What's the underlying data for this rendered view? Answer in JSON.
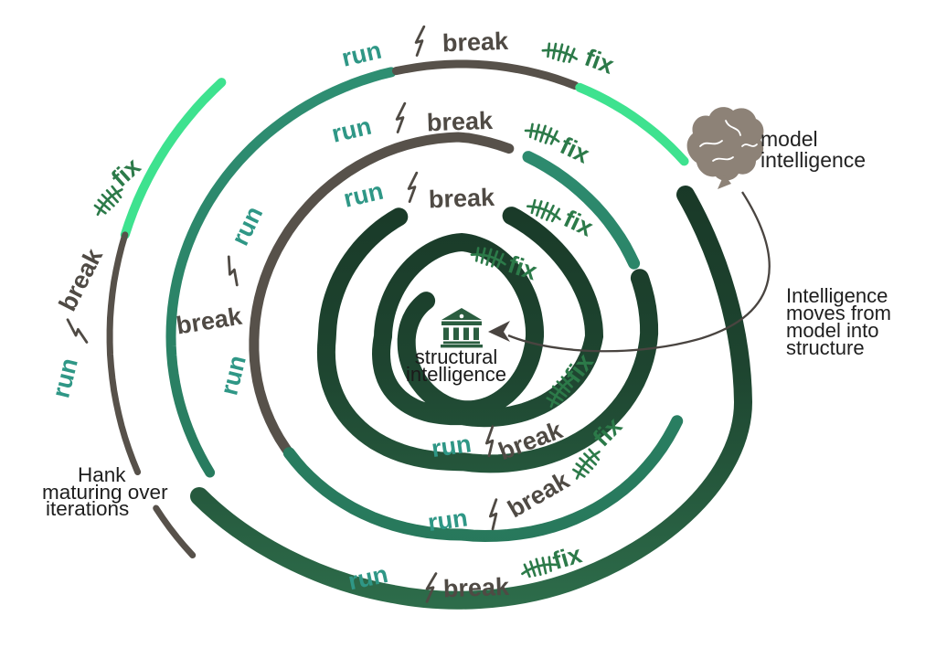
{
  "palette": {
    "dark_green_1": "#163122",
    "dark_green_2": "#2e6f4c",
    "teal_arc": "#2c8568",
    "mint": "#3ee28f",
    "gray_arc": "#57514a",
    "run_text": "#2f9786",
    "break_text": "#4f4a44",
    "fix_text": "#2c7a49",
    "note_text": "#1e1e1e",
    "brain": "#8d8277",
    "bank": "#2b5e40",
    "arrow": "#494440"
  },
  "cycle_words": {
    "run": "run",
    "break": "break",
    "fix": "fix"
  },
  "cycles": [
    {
      "id": "innermost",
      "labels": [
        "fix"
      ]
    },
    {
      "id": "inner-bottom",
      "labels": [
        "run",
        "break",
        "fix"
      ]
    },
    {
      "id": "mid-bottom",
      "labels": [
        "run",
        "break",
        "fix"
      ]
    },
    {
      "id": "outer-bottom",
      "labels": [
        "run",
        "break",
        "fix"
      ]
    },
    {
      "id": "top-row-3",
      "labels": [
        "run",
        "break",
        "fix"
      ]
    },
    {
      "id": "top-row-2",
      "labels": [
        "run",
        "break",
        "fix"
      ]
    },
    {
      "id": "top-row-1",
      "labels": [
        "run",
        "break",
        "fix"
      ]
    },
    {
      "id": "outer-left",
      "labels": [
        "run",
        "break",
        "fix"
      ]
    },
    {
      "id": "inner-left",
      "labels": [
        "run",
        "break"
      ]
    }
  ],
  "captions": {
    "model_intelligence": {
      "line1": "model",
      "line2": "intelligence"
    },
    "structural_intelligence": {
      "line1": "structural",
      "line2": "intelligence"
    },
    "right_note": {
      "line1": "Intelligence",
      "line2": "moves from",
      "line3": "model into",
      "line4": "structure"
    },
    "left_note": {
      "line1": "Hank",
      "line2": "maturing over",
      "line3": "iterations"
    }
  },
  "icons": {
    "brain": "brain-icon",
    "bank": "bank-icon",
    "lightning": "lightning-icon",
    "stitches": "stitches-icon",
    "arrow": "model-to-structure-arrow"
  }
}
